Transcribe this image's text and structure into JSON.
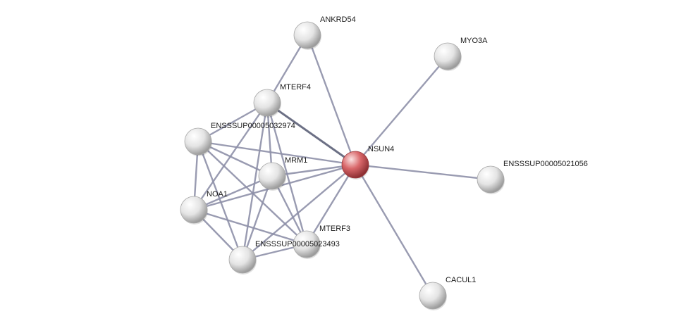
{
  "network": {
    "nodes": [
      {
        "id": "NSUN4",
        "label": "NSUN4",
        "highlight": true
      },
      {
        "id": "ANKRD54",
        "label": "ANKRD54",
        "highlight": false
      },
      {
        "id": "MYO3A",
        "label": "MYO3A",
        "highlight": false
      },
      {
        "id": "MTERF4",
        "label": "MTERF4",
        "highlight": false
      },
      {
        "id": "ENSSSUP00005032974",
        "label": "ENSSSUP00005032974",
        "highlight": false
      },
      {
        "id": "MRM1",
        "label": "MRM1",
        "highlight": false
      },
      {
        "id": "NOA1",
        "label": "NOA1",
        "highlight": false
      },
      {
        "id": "MTERF3",
        "label": "MTERF3",
        "highlight": false
      },
      {
        "id": "ENSSSUP00005023493",
        "label": "ENSSSUP00005023493",
        "highlight": false
      },
      {
        "id": "ENSSSUP00005021056",
        "label": "ENSSSUP00005021056",
        "highlight": false
      },
      {
        "id": "CACUL1",
        "label": "CACUL1",
        "highlight": false
      },
      {
        "id": "ENSSSUP00005023493_B",
        "label": "",
        "highlight": false
      }
    ],
    "edges": [
      {
        "source": "NSUN4",
        "target": "ANKRD54"
      },
      {
        "source": "NSUN4",
        "target": "MYO3A"
      },
      {
        "source": "NSUN4",
        "target": "ENSSSUP00005021056"
      },
      {
        "source": "NSUN4",
        "target": "CACUL1"
      },
      {
        "source": "NSUN4",
        "target": "MTERF4"
      },
      {
        "source": "NSUN4",
        "target": "ENSSSUP00005032974"
      },
      {
        "source": "NSUN4",
        "target": "MRM1"
      },
      {
        "source": "NSUN4",
        "target": "NOA1"
      },
      {
        "source": "NSUN4",
        "target": "MTERF3"
      },
      {
        "source": "NSUN4",
        "target": "ENSSSUP00005023493_B"
      },
      {
        "source": "ANKRD54",
        "target": "MTERF4"
      },
      {
        "source": "MTERF4",
        "target": "ENSSSUP00005032974"
      },
      {
        "source": "MTERF4",
        "target": "MRM1"
      },
      {
        "source": "MTERF4",
        "target": "NOA1"
      },
      {
        "source": "MTERF4",
        "target": "MTERF3"
      },
      {
        "source": "MTERF4",
        "target": "ENSSSUP00005023493_B"
      },
      {
        "source": "ENSSSUP00005032974",
        "target": "MRM1"
      },
      {
        "source": "ENSSSUP00005032974",
        "target": "NOA1"
      },
      {
        "source": "ENSSSUP00005032974",
        "target": "MTERF3"
      },
      {
        "source": "ENSSSUP00005032974",
        "target": "ENSSSUP00005023493_B"
      },
      {
        "source": "MRM1",
        "target": "NOA1"
      },
      {
        "source": "MRM1",
        "target": "MTERF3"
      },
      {
        "source": "MRM1",
        "target": "ENSSSUP00005023493_B"
      },
      {
        "source": "NOA1",
        "target": "MTERF3"
      },
      {
        "source": "NOA1",
        "target": "ENSSSUP00005023493_B"
      },
      {
        "source": "MTERF3",
        "target": "ENSSSUP00005023493_B"
      }
    ],
    "colors": {
      "edge": "#8e90a8",
      "edge_strong": "#5c6078",
      "node_fill": "#e6e6e6",
      "node_highlight": "#d4585c"
    }
  }
}
